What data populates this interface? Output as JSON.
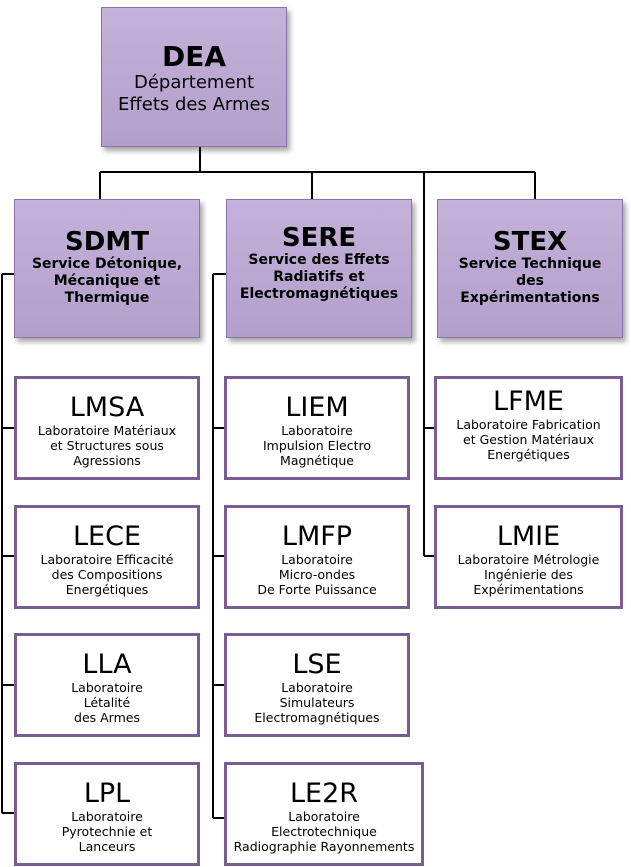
{
  "top": {
    "abbr": "DEA",
    "desc": "Département\nEffets des Armes"
  },
  "services": [
    {
      "abbr": "SDMT",
      "desc": "Service Détonique,\nMécanique et\nThermique"
    },
    {
      "abbr": "SERE",
      "desc": "Service des Effets\nRadiatifs et\nElectromagnétiques"
    },
    {
      "abbr": "STEX",
      "desc": "Service Technique\ndes\nExpérimentations"
    }
  ],
  "labs": [
    {
      "abbr": "LMSA",
      "desc": "Laboratoire Matériaux\net Structures sous\nAgressions"
    },
    {
      "abbr": "LECE",
      "desc": "Laboratoire Efficacité\ndes Compositions\nEnergétiques"
    },
    {
      "abbr": "LLA",
      "desc": "Laboratoire\nLétalité\ndes Armes"
    },
    {
      "abbr": "LPL",
      "desc": "Laboratoire\nPyrotechnie et\nLanceurs"
    },
    {
      "abbr": "LIEM",
      "desc": "Laboratoire\nImpulsion Electro\nMagnétique"
    },
    {
      "abbr": "LMFP",
      "desc": "Laboratoire\nMicro-ondes\nDe Forte Puissance"
    },
    {
      "abbr": "LSE",
      "desc": "Laboratoire\nSimulateurs\nElectromagnétiques"
    },
    {
      "abbr": "LE2R",
      "desc": "Laboratoire\nElectrotechnique\nRadiographie Rayonnements"
    },
    {
      "abbr": "LFME",
      "desc": "Laboratoire Fabrication\net Gestion Matériaux\nEnergétiques"
    },
    {
      "abbr": "LMIE",
      "desc": "Laboratoire Métrologie\nIngénierie des\nExpérimentations"
    }
  ],
  "colors": {
    "box_fill": "#b9a6d1",
    "lab_border": "#7a5c93",
    "connector": "#000000"
  }
}
